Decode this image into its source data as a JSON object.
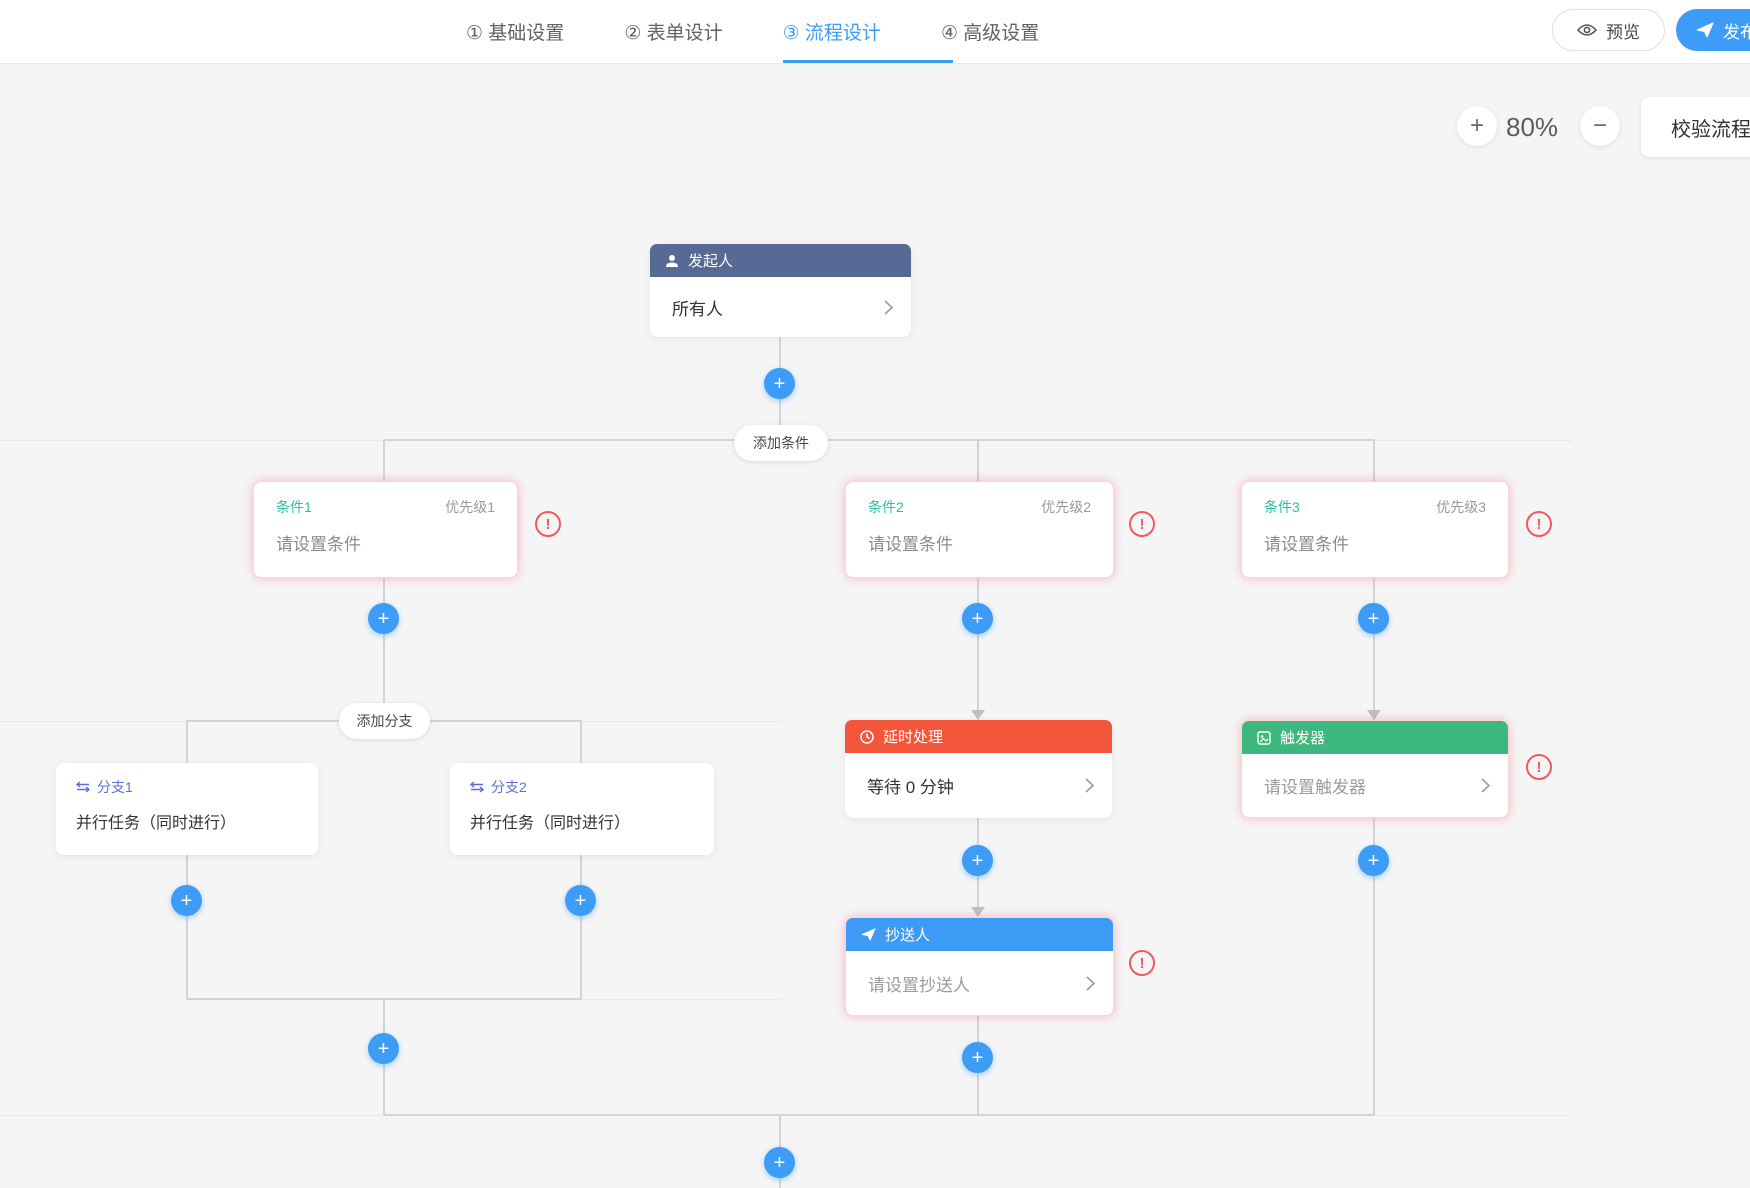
{
  "header": {
    "tabs": [
      {
        "label": "① 基础设置",
        "active": false
      },
      {
        "label": "② 表单设计",
        "active": false
      },
      {
        "label": "③ 流程设计",
        "active": true
      },
      {
        "label": "④ 高级设置",
        "active": false
      }
    ],
    "preview_label": "预览",
    "publish_label": "发布"
  },
  "toolbar": {
    "zoom_in": "+",
    "zoom_out": "−",
    "zoom_percent": "80%",
    "validate_label": "校验流程"
  },
  "flow": {
    "initiator": {
      "title": "发起人",
      "value": "所有人"
    },
    "add_condition_label": "添加条件",
    "add_branch_label": "添加分支",
    "conditions": [
      {
        "name": "条件1",
        "priority": "优先级1",
        "placeholder": "请设置条件"
      },
      {
        "name": "条件2",
        "priority": "优先级2",
        "placeholder": "请设置条件"
      },
      {
        "name": "条件3",
        "priority": "优先级3",
        "placeholder": "请设置条件"
      }
    ],
    "branches": [
      {
        "name": "分支1",
        "value": "并行任务（同时进行）"
      },
      {
        "name": "分支2",
        "value": "并行任务（同时进行）"
      }
    ],
    "delay": {
      "title": "延时处理",
      "value": "等待 0 分钟"
    },
    "trigger": {
      "title": "触发器",
      "placeholder": "请设置触发器"
    },
    "cc": {
      "title": "抄送人",
      "placeholder": "请设置抄送人"
    }
  },
  "icons": {
    "plus": "+",
    "warning": "!",
    "preview": "eye-icon",
    "publish": "send-icon",
    "initiator": "user-icon",
    "delay": "clock-icon",
    "trigger": "trigger-icon",
    "cc": "send-icon",
    "branch": "parallel-icon"
  },
  "colors": {
    "accent_blue": "#3d9cf5",
    "initiator_header": "#576a95",
    "delay_header": "#f4563c",
    "trigger_header": "#3cb87e",
    "cc_header": "#3e9bf5",
    "condition_label": "#28bfa2",
    "branch_label": "#5f6fd0",
    "warning_red": "#f2595f",
    "error_border": "#ffd2d6",
    "connector_gray": "#d2d3d5",
    "canvas_bg": "#f5f5f6"
  }
}
